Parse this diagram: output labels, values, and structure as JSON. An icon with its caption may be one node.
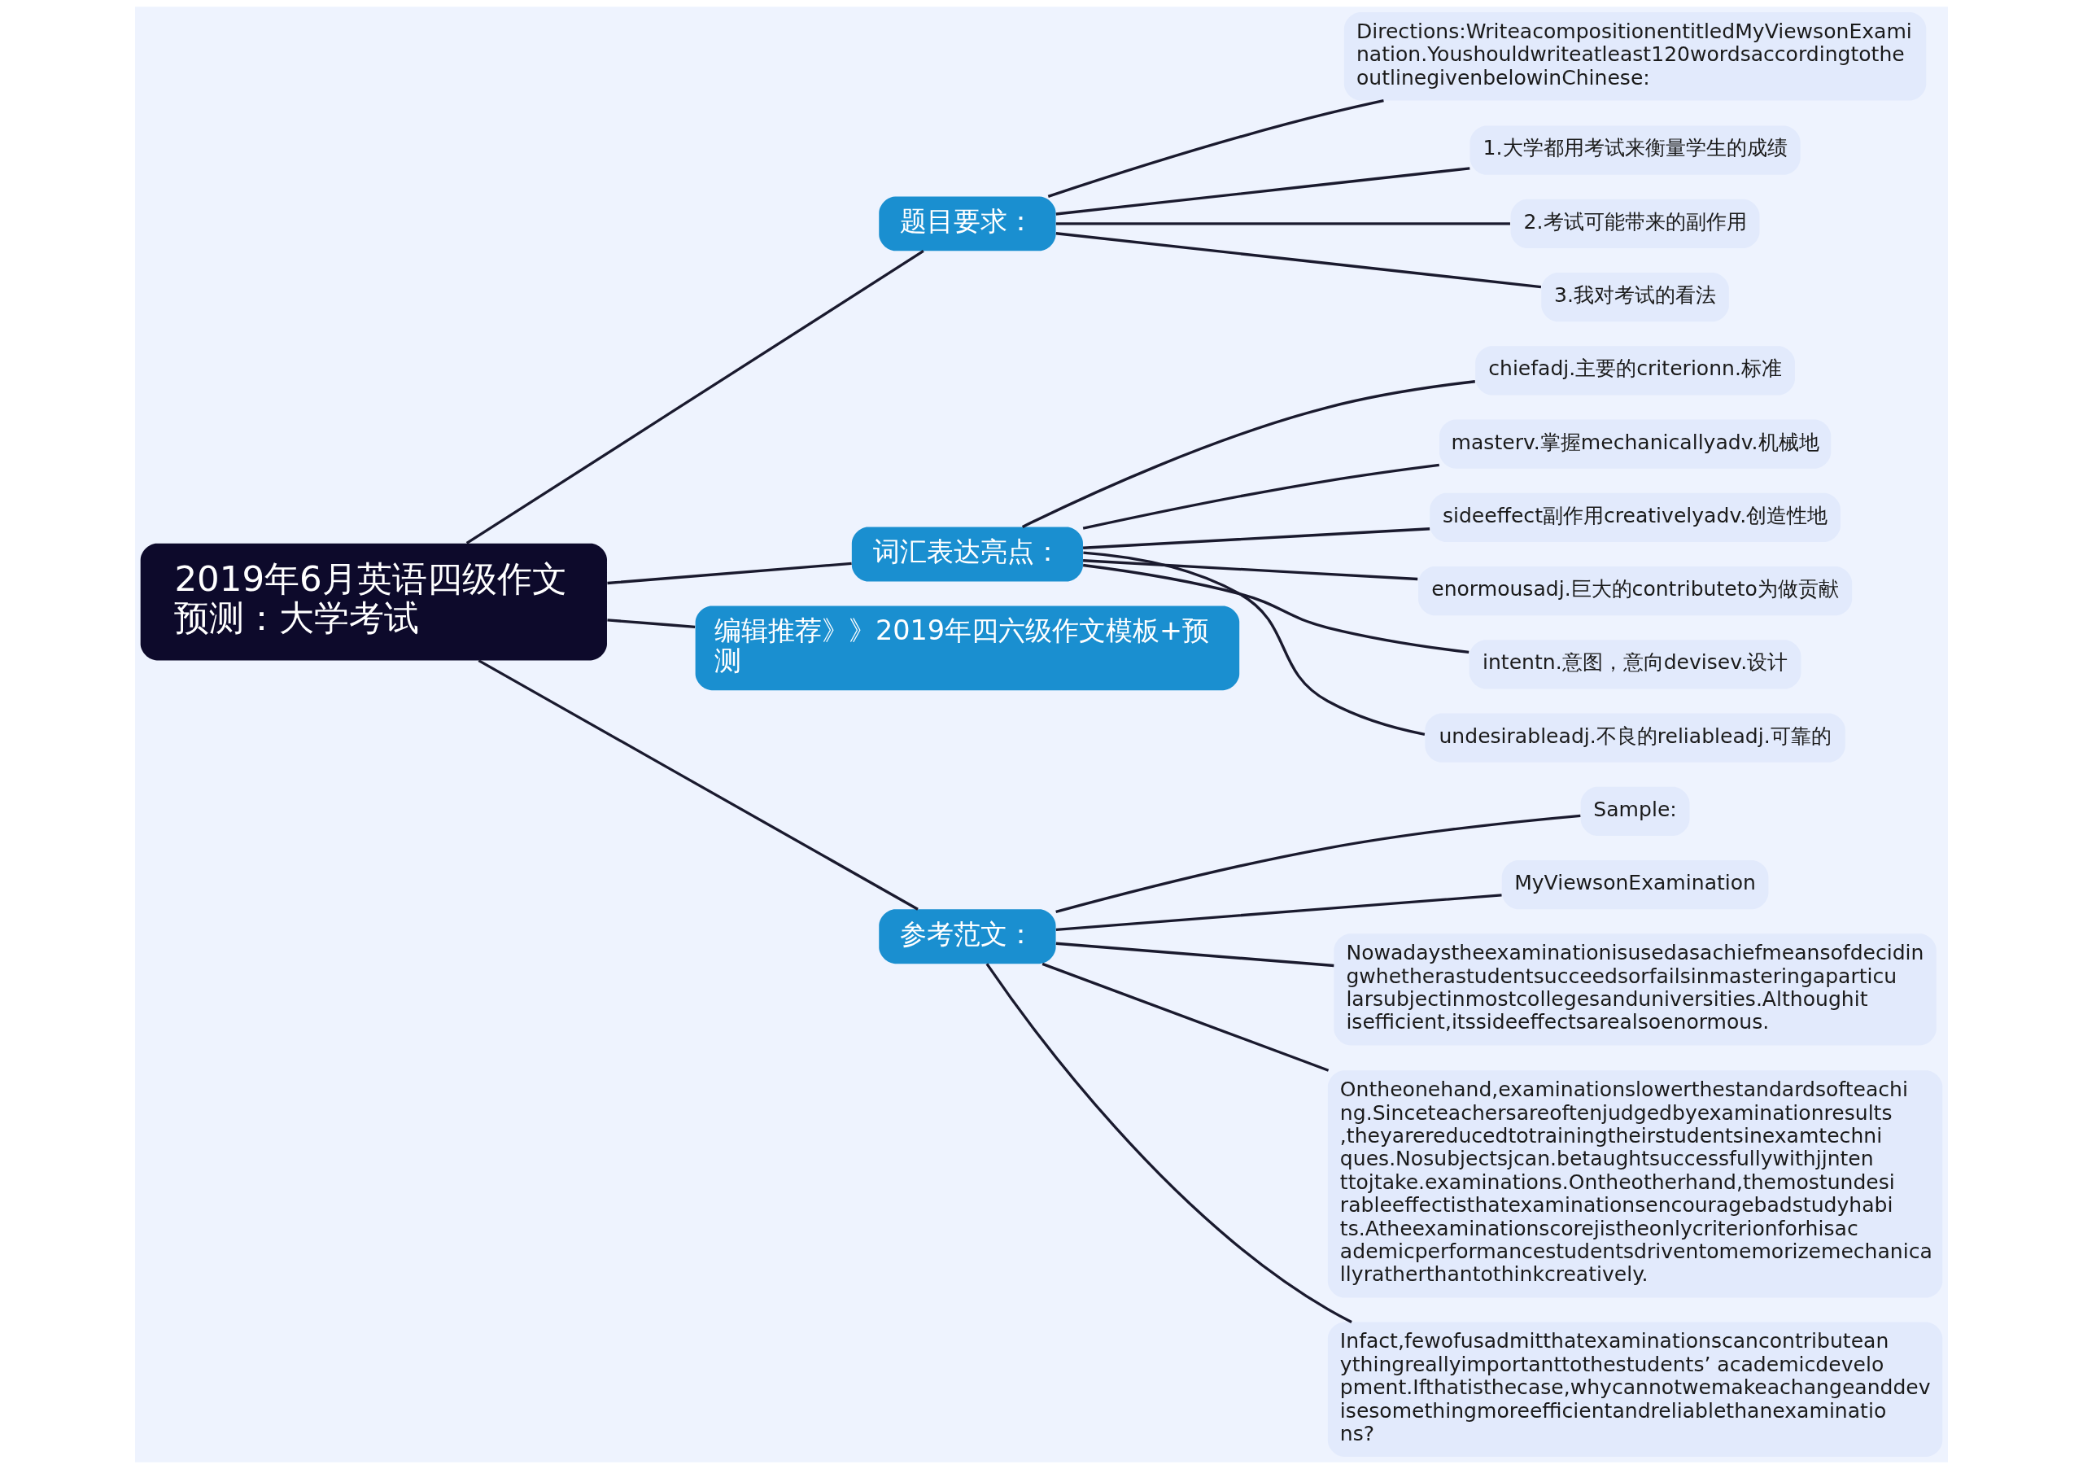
{
  "diagram": {
    "nodes": [
      {
        "text": [
          "2019年6月英语四级作文预测：大学考试"
        ]
      },
      {
        "text": [
          "题目要求："
        ]
      },
      {
        "text": [
          "Directions:WriteacompositionentitledMyViewsonExamination.Youshouldwriteatleast120wordsaccordingtotheoutlinegivenbelowinChinese:"
        ]
      },
      {
        "text": [
          "1.大学都用考试来衡量学生的成绩"
        ]
      },
      {
        "text": [
          "2.考试可能带来的副作用"
        ]
      },
      {
        "text": [
          "3.我对考试的看法"
        ]
      },
      {
        "text": [
          "词汇表达亮点："
        ]
      },
      {
        "text": [
          "chiefadj.主要的criterionn.标准"
        ]
      },
      {
        "text": [
          "masterv.掌握mechanicallyadv.机械地"
        ]
      },
      {
        "text": [
          "sideeffect副作用creativelyadv.创造性地"
        ]
      },
      {
        "text": [
          "enormousadj.巨大的contributeto为做贡献"
        ]
      },
      {
        "text": [
          "intentn.意图，意向devisev.设计"
        ]
      },
      {
        "text": [
          "undesirableadj.不良的reliableadj.可靠的"
        ]
      },
      {
        "text": [
          "编辑推荐》》2019年四六级作文模板+预测"
        ]
      },
      {
        "text": [
          "参考范文："
        ]
      },
      {
        "text": [
          "Sample:"
        ]
      },
      {
        "text": [
          "MyViewsonExamination"
        ]
      },
      {
        "text": [
          "Nowadaystheexaminationisusedasachiefmeansofdecidingwhetherastudentsucceedsorfailsinmasteringaparticularsubjectinmostcollegesanduniversities.Althoughitisefficient,itssideeffectsarealsoenormous."
        ]
      },
      {
        "text": [
          "Ontheonehand,examinationslowerthestandardsofteaching.Sinceteachersareoftenjudgedbyexaminationresults,theyarereducedtotrainingtheirstudentsinexamtechniques.Nosubjectsjcan.betaughtsuccessfullywithjjntenttojtake.examinations.Ontheotherhand,themostundesirableeffectisthatexaminationsencouragebadstudyhabits.Atheexaminationscorejistheonlycriterionforhisacademicperformancestudentsdriventomemorizemechanicallyratherthantothinkcreatively."
        ]
      },
      {
        "text": [
          "Infact,fewofusadmitthatexaminationscancontributeanythingreallyimportanttothestudents’ academicdevelopment.Ifthatisthecase,whycannotwemakeachangeanddevisesomethingmoreefficientandreliablethanexaminations?"
        ]
      }
    ],
    "edges": [
      {
        "from": 0,
        "to": 1,
        "arrow": "none"
      },
      {
        "from": 1,
        "to": 2,
        "arrow": "none"
      },
      {
        "from": 1,
        "to": 3,
        "arrow": "none"
      },
      {
        "from": 1,
        "to": 4,
        "arrow": "none"
      },
      {
        "from": 1,
        "to": 5,
        "arrow": "none"
      },
      {
        "from": 0,
        "to": 6,
        "arrow": "none"
      },
      {
        "from": 6,
        "to": 7,
        "arrow": "none"
      },
      {
        "from": 6,
        "to": 8,
        "arrow": "none"
      },
      {
        "from": 6,
        "to": 9,
        "arrow": "none"
      },
      {
        "from": 6,
        "to": 10,
        "arrow": "none"
      },
      {
        "from": 6,
        "to": 11,
        "arrow": "none"
      },
      {
        "from": 6,
        "to": 12,
        "arrow": "none"
      },
      {
        "from": 0,
        "to": 13,
        "arrow": "none"
      },
      {
        "from": 0,
        "to": 14,
        "arrow": "none"
      },
      {
        "from": 14,
        "to": 15,
        "arrow": "none"
      },
      {
        "from": 14,
        "to": 16,
        "arrow": "none"
      },
      {
        "from": 14,
        "to": 17,
        "arrow": "none"
      },
      {
        "from": 14,
        "to": 18,
        "arrow": "none"
      },
      {
        "from": 14,
        "to": 19,
        "arrow": "none"
      }
    ]
  }
}
